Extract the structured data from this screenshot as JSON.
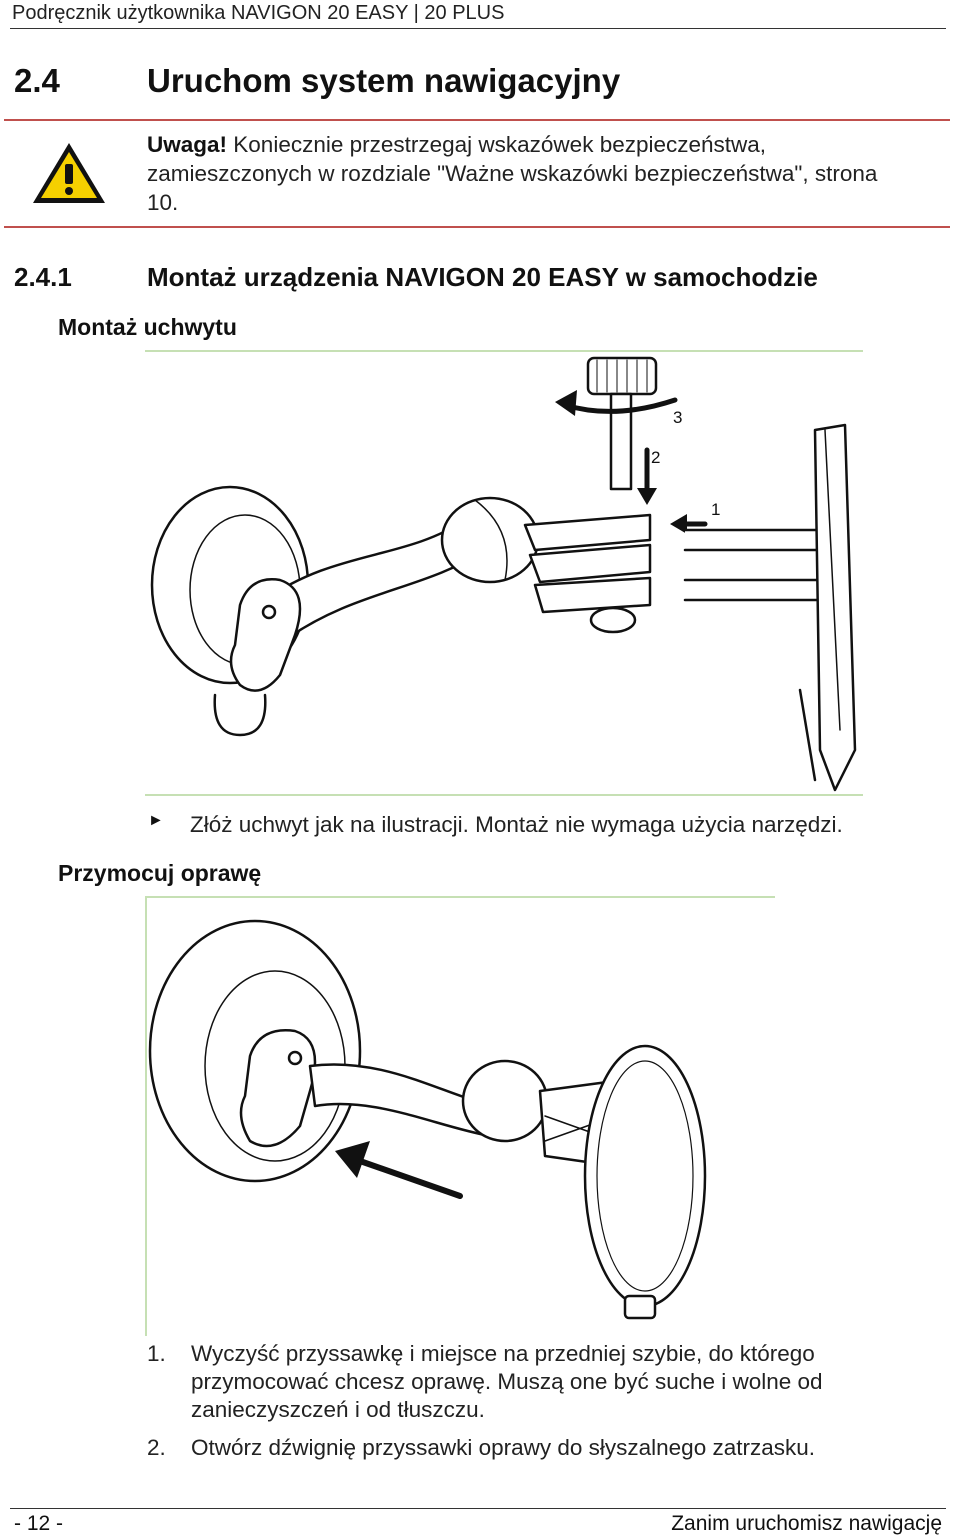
{
  "header": {
    "title": "Podręcznik użytkownika NAVIGON 20 EASY | 20 PLUS"
  },
  "section": {
    "number": "2.4",
    "title": "Uruchom system nawigacyjny"
  },
  "warning": {
    "icon": "warning-triangle-icon",
    "label": "Uwaga!",
    "text": "Koniecznie przestrzegaj wskazówek bezpieczeństwa, zamieszczonych w rozdziale \"Ważne wskazówki bezpieczeństwa\", strona 10."
  },
  "subsection": {
    "number": "2.4.1",
    "title": "Montaż urządzenia NAVIGON 20 EASY w samochodzie"
  },
  "mount_holder": {
    "heading": "Montaż uchwytu",
    "figure_labels": [
      "3",
      "2",
      "1"
    ],
    "bullet_marker": "►",
    "bullet_text": "Złóż uchwyt jak na ilustracji. Montaż nie wymaga użycia narzędzi."
  },
  "attach_cradle": {
    "heading": "Przymocuj oprawę",
    "steps": [
      {
        "n": "1.",
        "text": "Wyczyść przyssawkę i miejsce na przedniej szybie, do którego przymocować chcesz oprawę. Muszą one być suche i wolne od zanieczyszczeń i od tłuszczu."
      },
      {
        "n": "2.",
        "text": "Otwórz dźwignię przyssawki oprawy do słyszalnego zatrzasku."
      }
    ]
  },
  "footer": {
    "page": "- 12 -",
    "chapter": "Zanim uruchomisz nawigację"
  },
  "colors": {
    "accent_rule": "#c0504d",
    "figure_frame": "#c6e0b4"
  }
}
